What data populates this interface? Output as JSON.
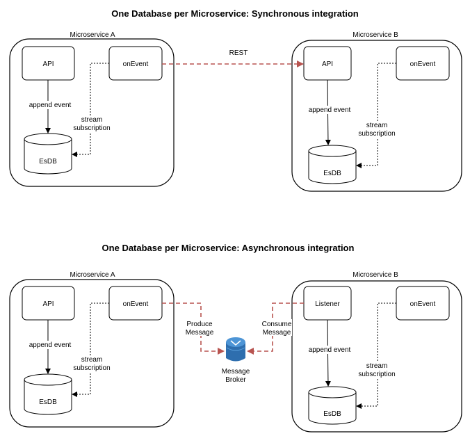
{
  "colors": {
    "stroke": "#000000",
    "dashed_arrow": "#b85450",
    "broker": "#3d82c5"
  },
  "sync": {
    "title": "One Database per Microservice: Synchronous integration",
    "service_a": {
      "label": "Microservice A",
      "api": "API",
      "onevent": "onEvent",
      "db": "EsDB",
      "append": "append event",
      "stream1": "stream",
      "stream2": "subscription"
    },
    "service_b": {
      "label": "Microservice B",
      "api": "API",
      "onevent": "onEvent",
      "db": "EsDB",
      "append": "append event",
      "stream1": "stream",
      "stream2": "subscription"
    },
    "rest_label": "REST"
  },
  "async": {
    "title": "One Database per Microservice: Asynchronous integration",
    "service_a": {
      "label": "Microservice A",
      "api": "API",
      "onevent": "onEvent",
      "db": "EsDB",
      "append": "append event",
      "stream1": "stream",
      "stream2": "subscription"
    },
    "service_b": {
      "label": "Microservice B",
      "listener": "Listener",
      "onevent": "onEvent",
      "db": "EsDB",
      "append": "append event",
      "stream1": "stream",
      "stream2": "subscription"
    },
    "produce1": "Produce",
    "produce2": "Message",
    "consume1": "Consume",
    "consume2": "Message",
    "broker1": "Message",
    "broker2": "Broker"
  }
}
